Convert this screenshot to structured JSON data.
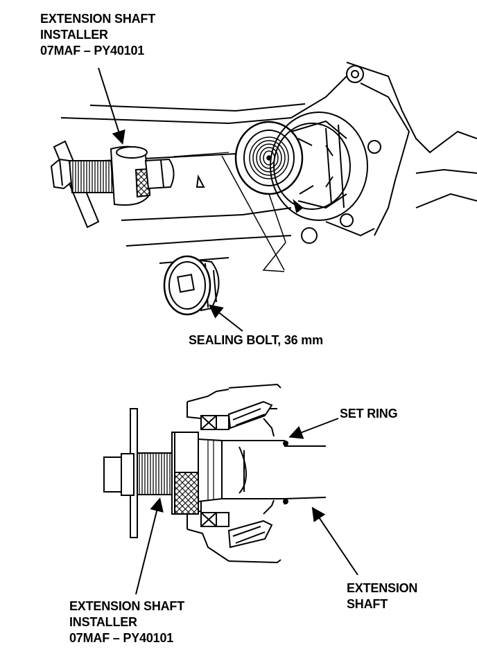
{
  "top_view": {
    "tool_label": [
      "EXTENSION SHAFT",
      "INSTALLER",
      "07MAF – PY40101"
    ],
    "bolt_label": "SEALING BOLT, 36 mm"
  },
  "section_view": {
    "set_ring_label": "SET RING",
    "shaft_label": [
      "EXTENSION",
      "SHAFT"
    ],
    "tool_label": [
      "EXTENSION SHAFT",
      "INSTALLER",
      "07MAF – PY40101"
    ]
  },
  "colors": {
    "ink": "#000000",
    "paper": "#ffffff"
  }
}
